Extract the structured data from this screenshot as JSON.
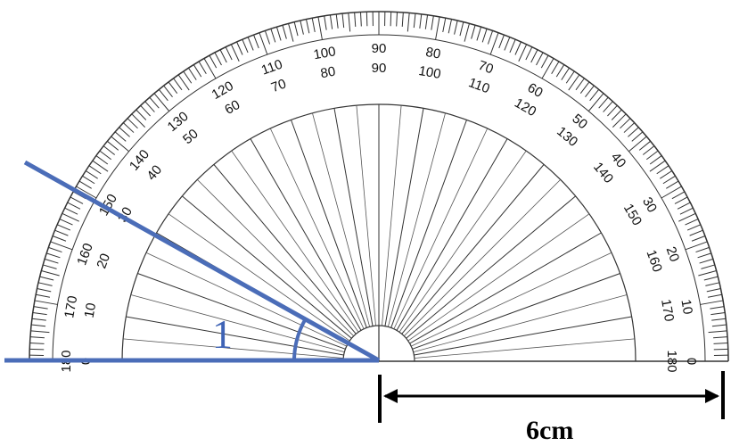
{
  "protractor": {
    "outer_scale": [
      "0",
      "10",
      "20",
      "30",
      "40",
      "50",
      "60",
      "70",
      "80",
      "90",
      "100",
      "110",
      "120",
      "130",
      "140",
      "150",
      "160",
      "170",
      "180"
    ],
    "inner_scale": [
      "180",
      "170",
      "160",
      "150",
      "140",
      "130",
      "120",
      "110",
      "100",
      "90",
      "80",
      "70",
      "60",
      "50",
      "40",
      "30",
      "20",
      "10",
      "0"
    ],
    "radial_line_step_deg": 10
  },
  "angle": {
    "label": "1",
    "side_direction_deg": 150
  },
  "measurement": {
    "label": "6cm"
  },
  "colors": {
    "angle_lines": "#4b6db8",
    "angle_label": "#3f63b5",
    "protractor_lines": "#333333",
    "measure_line": "#000000"
  }
}
